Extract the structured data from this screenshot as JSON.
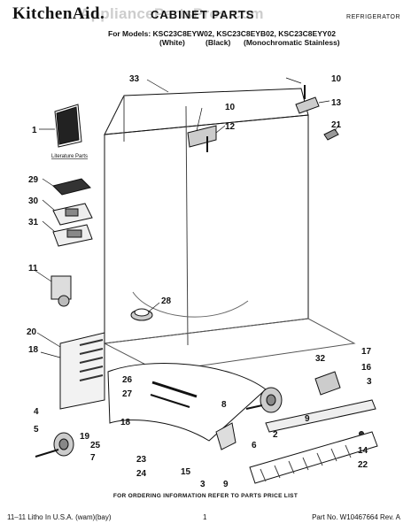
{
  "header": {
    "brand": "KitchenAid.",
    "title": "CABINET PARTS",
    "watermark": "AppliancePartsPros.com",
    "category": "REFRIGERATOR",
    "models_line": "For Models: KSC23C8EYW02, KSC23C8EYB02, KSC23C8EYY02",
    "variants": [
      "(White)",
      "(Black)",
      "(Monochromatic Stainless)"
    ]
  },
  "diagram": {
    "literature_label": "Literature Parts",
    "callouts": [
      "33",
      "10",
      "13",
      "10",
      "12",
      "21",
      "1",
      "29",
      "30",
      "31",
      "11",
      "28",
      "20",
      "18",
      "32",
      "17",
      "16",
      "3",
      "26",
      "27",
      "8",
      "4",
      "5",
      "19",
      "25",
      "18",
      "7",
      "23",
      "24",
      "15",
      "3",
      "9",
      "6",
      "2",
      "9",
      "14",
      "22"
    ]
  },
  "footer": {
    "note": "FOR ORDERING INFORMATION REFER TO PARTS PRICE LIST",
    "left": "11–11 Litho In U.S.A. (wam)(bay)",
    "page": "1",
    "right": "Part No. W10467664 Rev. A"
  }
}
